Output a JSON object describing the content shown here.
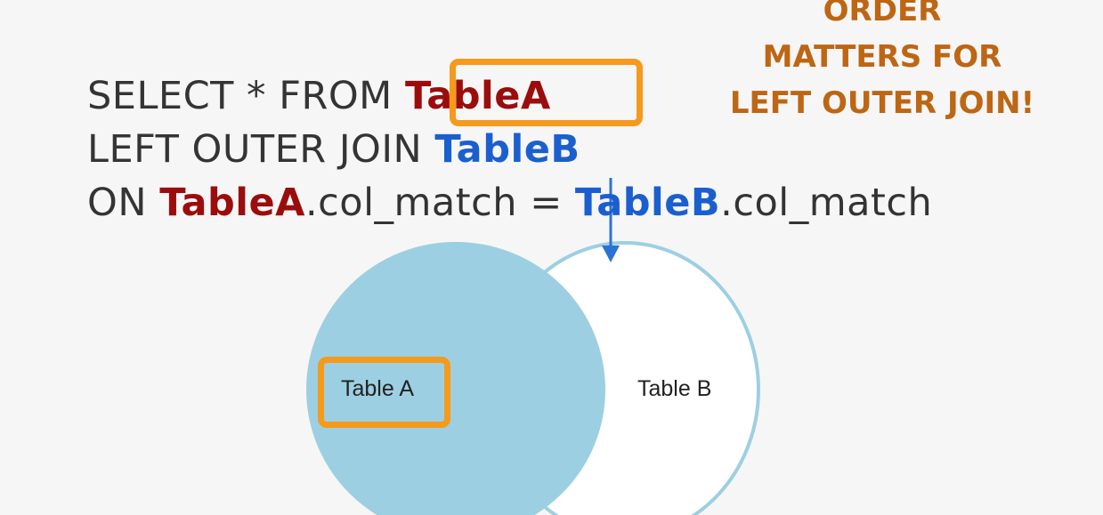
{
  "sql": {
    "line1": {
      "keyword": "SELECT * FROM ",
      "table": "TableA"
    },
    "line2": {
      "keyword": "LEFT OUTER JOIN ",
      "table": "TableB"
    },
    "line3": {
      "keyword": "ON ",
      "table_a": "TableA",
      "col_a": ".col_match = ",
      "table_b": "TableB",
      "col_b": ".col_match"
    }
  },
  "note": {
    "line1": "ORDER",
    "line2": "MATTERS FOR",
    "line3": "LEFT OUTER JOIN!"
  },
  "venn": {
    "label_a": "Table A",
    "label_b": "Table B",
    "fill_color": "#9dcfe2",
    "outline_color": "#9dcfe2"
  },
  "colors": {
    "table_a": "#9b0d0d",
    "table_b": "#1b5fcf",
    "note": "#bd6613",
    "highlight": "#f59a1b",
    "arrow": "#2c72d6"
  }
}
